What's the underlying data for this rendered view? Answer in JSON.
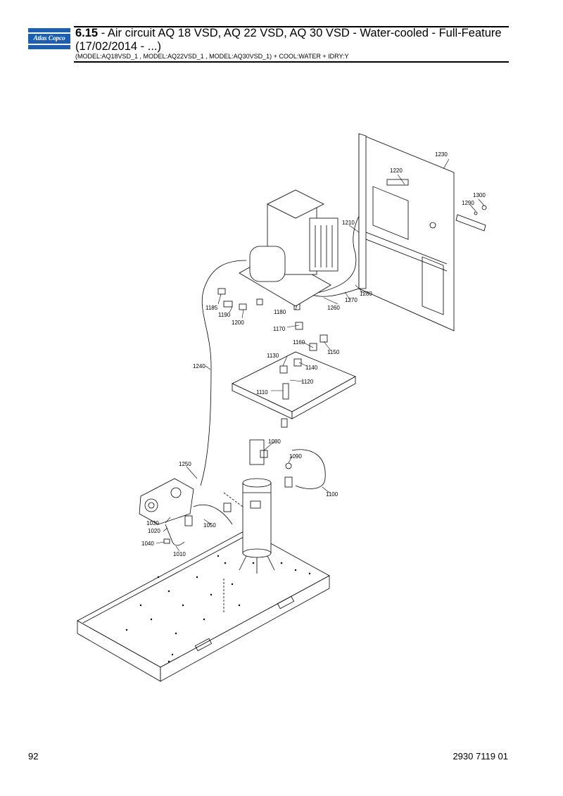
{
  "header": {
    "logo_text": "Atlas Copco",
    "section_number": "6.15",
    "title_rest": " - Air circuit AQ 18 VSD, AQ 22 VSD, AQ 30 VSD - Water-cooled - Full-Feature (17/02/2014 - ...)",
    "subtitle": "(MODEL:AQ18VSD_1 , MODEL:AQ22VSD_1 , MODEL:AQ30VSD_1) + COOL:WATER + IDRY:Y"
  },
  "callouts": {
    "c1010": "1010",
    "c1020": "1020",
    "c1030": "1030",
    "c1040": "1040",
    "c1050": "1050",
    "c1080": "1080",
    "c1090": "1090",
    "c1100": "1100",
    "c1110": "1110",
    "c1120": "1120",
    "c1130": "1130",
    "c1140": "1140",
    "c1150": "1150",
    "c1160": "1160",
    "c1170": "1170",
    "c1180": "1180",
    "c1185": "1185",
    "c1190": "1190",
    "c1200": "1200",
    "c1210": "1210",
    "c1220": "1220",
    "c1230": "1230",
    "c1240": "1240",
    "c1250": "1250",
    "c1260": "1260",
    "c1270": "1270",
    "c1280": "1280",
    "c1290": "1290",
    "c1300": "1300"
  },
  "footer": {
    "page_number": "92",
    "document_number": "2930 7119 01"
  }
}
